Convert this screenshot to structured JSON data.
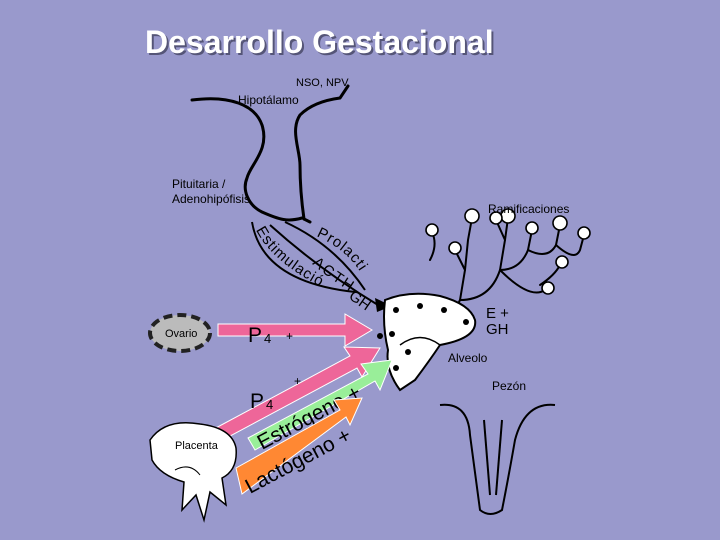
{
  "title": "Desarrollo Gestacional",
  "labels": {
    "nso_npv": "NSO, NPV",
    "hipotalamo": "Hipotálamo",
    "pituitaria_line1": "Pituitaria /",
    "pituitaria_line2": "Adenohipófisis",
    "ramificaciones": "Ramificaciones",
    "estimulacion": "Estimulación",
    "acth": "ACTH",
    "prolactina": "Prolactina",
    "gh": "GH",
    "e_plus": "E +",
    "gh_right": "GH",
    "ovario": "Ovario",
    "p4_upper": "P",
    "p4_upper_sub": "4",
    "plus_upper": "+",
    "alveolo": "Alveolo",
    "p4_lower": "P",
    "p4_lower_sub": "4",
    "plus_lower": "+",
    "pezon": "Pezón",
    "estrogeno": "Estrógeno +",
    "lactogeno": "Lactógeno +",
    "placenta": "Placenta"
  },
  "colors": {
    "background": "#9999cc",
    "title_text": "#ffffff",
    "line": "#000000",
    "pink_arrow": "#ee6699",
    "green_arrow": "#99ee99",
    "orange_arrow": "#ff8833",
    "placenta_fill": "#ffffff",
    "ovary_fill": "#bbbbbb"
  }
}
